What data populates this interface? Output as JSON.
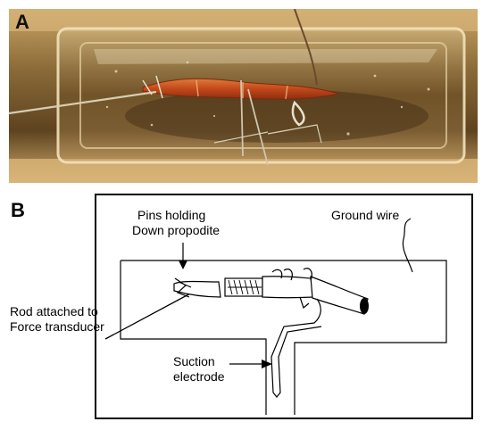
{
  "panels": {
    "a": {
      "letter": "A"
    },
    "b": {
      "letter": "B"
    }
  },
  "labels": {
    "pins_line1": "Pins holding",
    "pins_line2": "Down propodite",
    "ground_wire": "Ground wire",
    "rod_line1": "Rod attached to",
    "rod_line2": "Force transducer",
    "suction_line1": "Suction",
    "suction_line2": "electrode"
  },
  "colors": {
    "photo_background": "#b08a4a",
    "specimen": "#c8541e",
    "ink": "#000000"
  }
}
